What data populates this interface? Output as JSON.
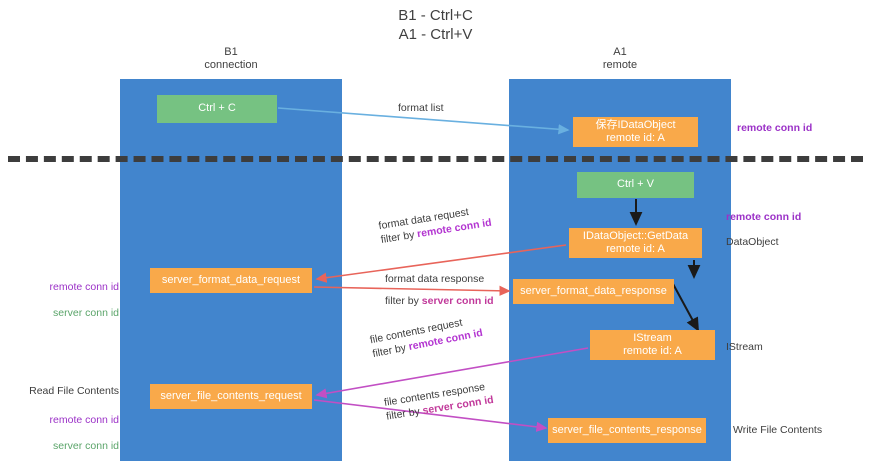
{
  "title": "B1 - Ctrl+C\nA1 - Ctrl+V",
  "lanes": {
    "left": {
      "header": "B1\nconnection",
      "color": "#4285cd"
    },
    "right": {
      "header": "A1\nremote",
      "color": "#4285cd"
    }
  },
  "colors": {
    "lane": "#4285cd",
    "green_node": "#76c282",
    "orange_node": "#f9a94a",
    "divider": "#3d3d3d",
    "purple": "#9b31c7",
    "magenta": "#c1399a",
    "green_text": "#5aa469",
    "arrow_blue": "#69b0e0",
    "arrow_red": "#e8645a",
    "arrow_magenta": "#c24fc4",
    "arrow_black": "#1a1a1a"
  },
  "nodes": {
    "ctrl_c": {
      "label": "Ctrl + C",
      "type": "green"
    },
    "save_idataobject": {
      "label": "保存IDataObject\nremote id: A",
      "type": "orange"
    },
    "ctrl_v": {
      "label": "Ctrl + V",
      "type": "green"
    },
    "getdata": {
      "label": "IDataObject::GetData\nremote id: A",
      "type": "orange"
    },
    "server_format_data_request": {
      "label": "server_format_data_request",
      "type": "orange"
    },
    "server_format_data_response": {
      "label": "server_format_data_response",
      "type": "orange"
    },
    "istream": {
      "label": "IStream\nremote id: A",
      "type": "orange"
    },
    "server_file_contents_request": {
      "label": "server_file_contents_request",
      "type": "orange"
    },
    "server_file_contents_response": {
      "label": "server_file_contents_response",
      "type": "orange"
    }
  },
  "edge_labels": {
    "format_list": {
      "line1": "format list"
    },
    "format_data_request": {
      "line1": "format data request",
      "filter_prefix": "filter by ",
      "filter_key": "remote conn id"
    },
    "format_data_response": {
      "line1": "format data response",
      "filter_prefix": "filter by ",
      "filter_key": "server conn id"
    },
    "file_contents_request": {
      "line1": "file contents request",
      "filter_prefix": "filter by ",
      "filter_key": "remote conn id"
    },
    "file_contents_response": {
      "line1": "file contents response",
      "filter_prefix": "filter by ",
      "filter_key": "server conn id"
    }
  },
  "annotations": {
    "right_remote_conn_id_top": "remote conn id",
    "right_remote_conn_id_middle": "remote conn id",
    "right_dataobject": "DataObject",
    "right_istream": "IStream",
    "right_write_file_contents": "Write File Contents",
    "left_remote_conn_id_1": "remote conn id",
    "left_server_conn_id_1": "server conn id",
    "left_read_file_contents": "Read File Contents",
    "left_remote_conn_id_2": "remote conn id",
    "left_server_conn_id_2": "server conn id"
  }
}
